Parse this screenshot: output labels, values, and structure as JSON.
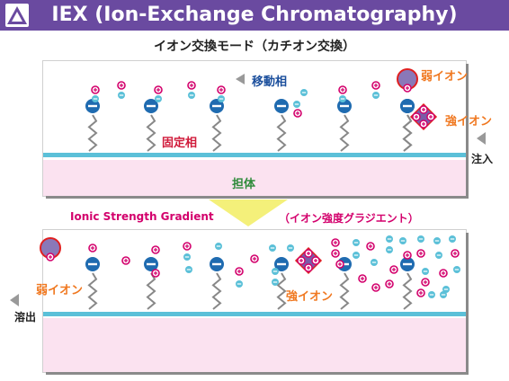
{
  "header": {
    "title": "IEX (Ion-Exchange Chromatography)"
  },
  "subtitle": "イオン交換モード（カチオン交換）",
  "top_panel": {
    "mobile_phase": "移動相",
    "stationary_phase": "固定相",
    "support": "担体",
    "weak_ion": "弱イオン",
    "strong_ion": "強イオン",
    "inject": "注入"
  },
  "gradient": {
    "label_en": "Ionic Strength Gradient",
    "label_jp": "（イオン強度グラジエント）"
  },
  "bottom_panel": {
    "weak_ion": "弱イオン",
    "strong_ion": "強イオン",
    "elute": "溶出"
  },
  "colors": {
    "title_bar": "#6a4aa0",
    "ligand": "#1f6bb0",
    "cation": "#d3006c",
    "anion": "#5bc0d8",
    "support": "#fbe2f0",
    "weak_ion_fill": "#8a78b8",
    "strong_ion_fill": "#7a5ca8",
    "gradient_arrow": "#f4f07a"
  }
}
